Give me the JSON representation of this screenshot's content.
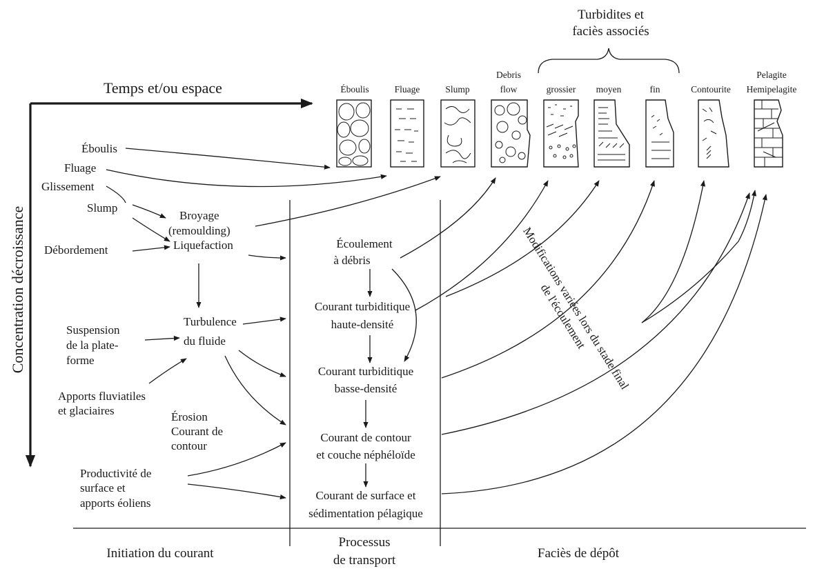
{
  "axes": {
    "time_space": "Temps et/ou espace",
    "concentration": "Concentration décroissance"
  },
  "turbidites_header": [
    "Turbidites et",
    "faciès associés"
  ],
  "facies_columns": [
    {
      "id": "eboulis",
      "label": [
        "Éboulis"
      ]
    },
    {
      "id": "fluage",
      "label": [
        "Fluage"
      ]
    },
    {
      "id": "slump",
      "label": [
        "Slump"
      ]
    },
    {
      "id": "debris",
      "label": [
        "Debris",
        "flow"
      ]
    },
    {
      "id": "grossier",
      "label": [
        "grossier"
      ]
    },
    {
      "id": "moyen",
      "label": [
        "moyen"
      ]
    },
    {
      "id": "fin",
      "label": [
        "fin"
      ]
    },
    {
      "id": "contourite",
      "label": [
        "Contourite"
      ]
    },
    {
      "id": "pelagite",
      "label": [
        "Pelagite",
        "Hemipelagite"
      ]
    }
  ],
  "initiation": {
    "eboulis": "Éboulis",
    "fluage": "Fluage",
    "glissement": "Glissement",
    "slump": "Slump",
    "debordement": "Débordement",
    "broyage": [
      "Broyage",
      "(remoulding)",
      "Liquefaction"
    ],
    "suspension": [
      "Suspension",
      "de la plate-",
      "forme"
    ],
    "turbulence": [
      "Turbulence",
      "du fluide"
    ],
    "apports_fluviatiles": [
      "Apports fluviatiles",
      "et glaciaires"
    ],
    "erosion": [
      "Érosion",
      "Courant de",
      "contour"
    ],
    "productivite": [
      "Productivité de",
      "surface et",
      "apports éoliens"
    ]
  },
  "transport": {
    "ecoulement": [
      "Écoulement",
      "à débris"
    ],
    "haute_densite": [
      "Courant turbiditique",
      "haute-densité"
    ],
    "basse_densite": [
      "Courant turbiditique",
      "basse-densité"
    ],
    "contour": [
      "Courant de contour",
      "et couche néphéloïde"
    ],
    "surface": [
      "Courant de surface et",
      "sédimentation pélagique"
    ]
  },
  "modifications_label": [
    "Modifications variées lors du stade final",
    "de l'écoulement"
  ],
  "footer": {
    "initiation": "Initiation du courant",
    "processus": [
      "Processus",
      "de transport"
    ],
    "facies": "Faciès de dépôt"
  }
}
